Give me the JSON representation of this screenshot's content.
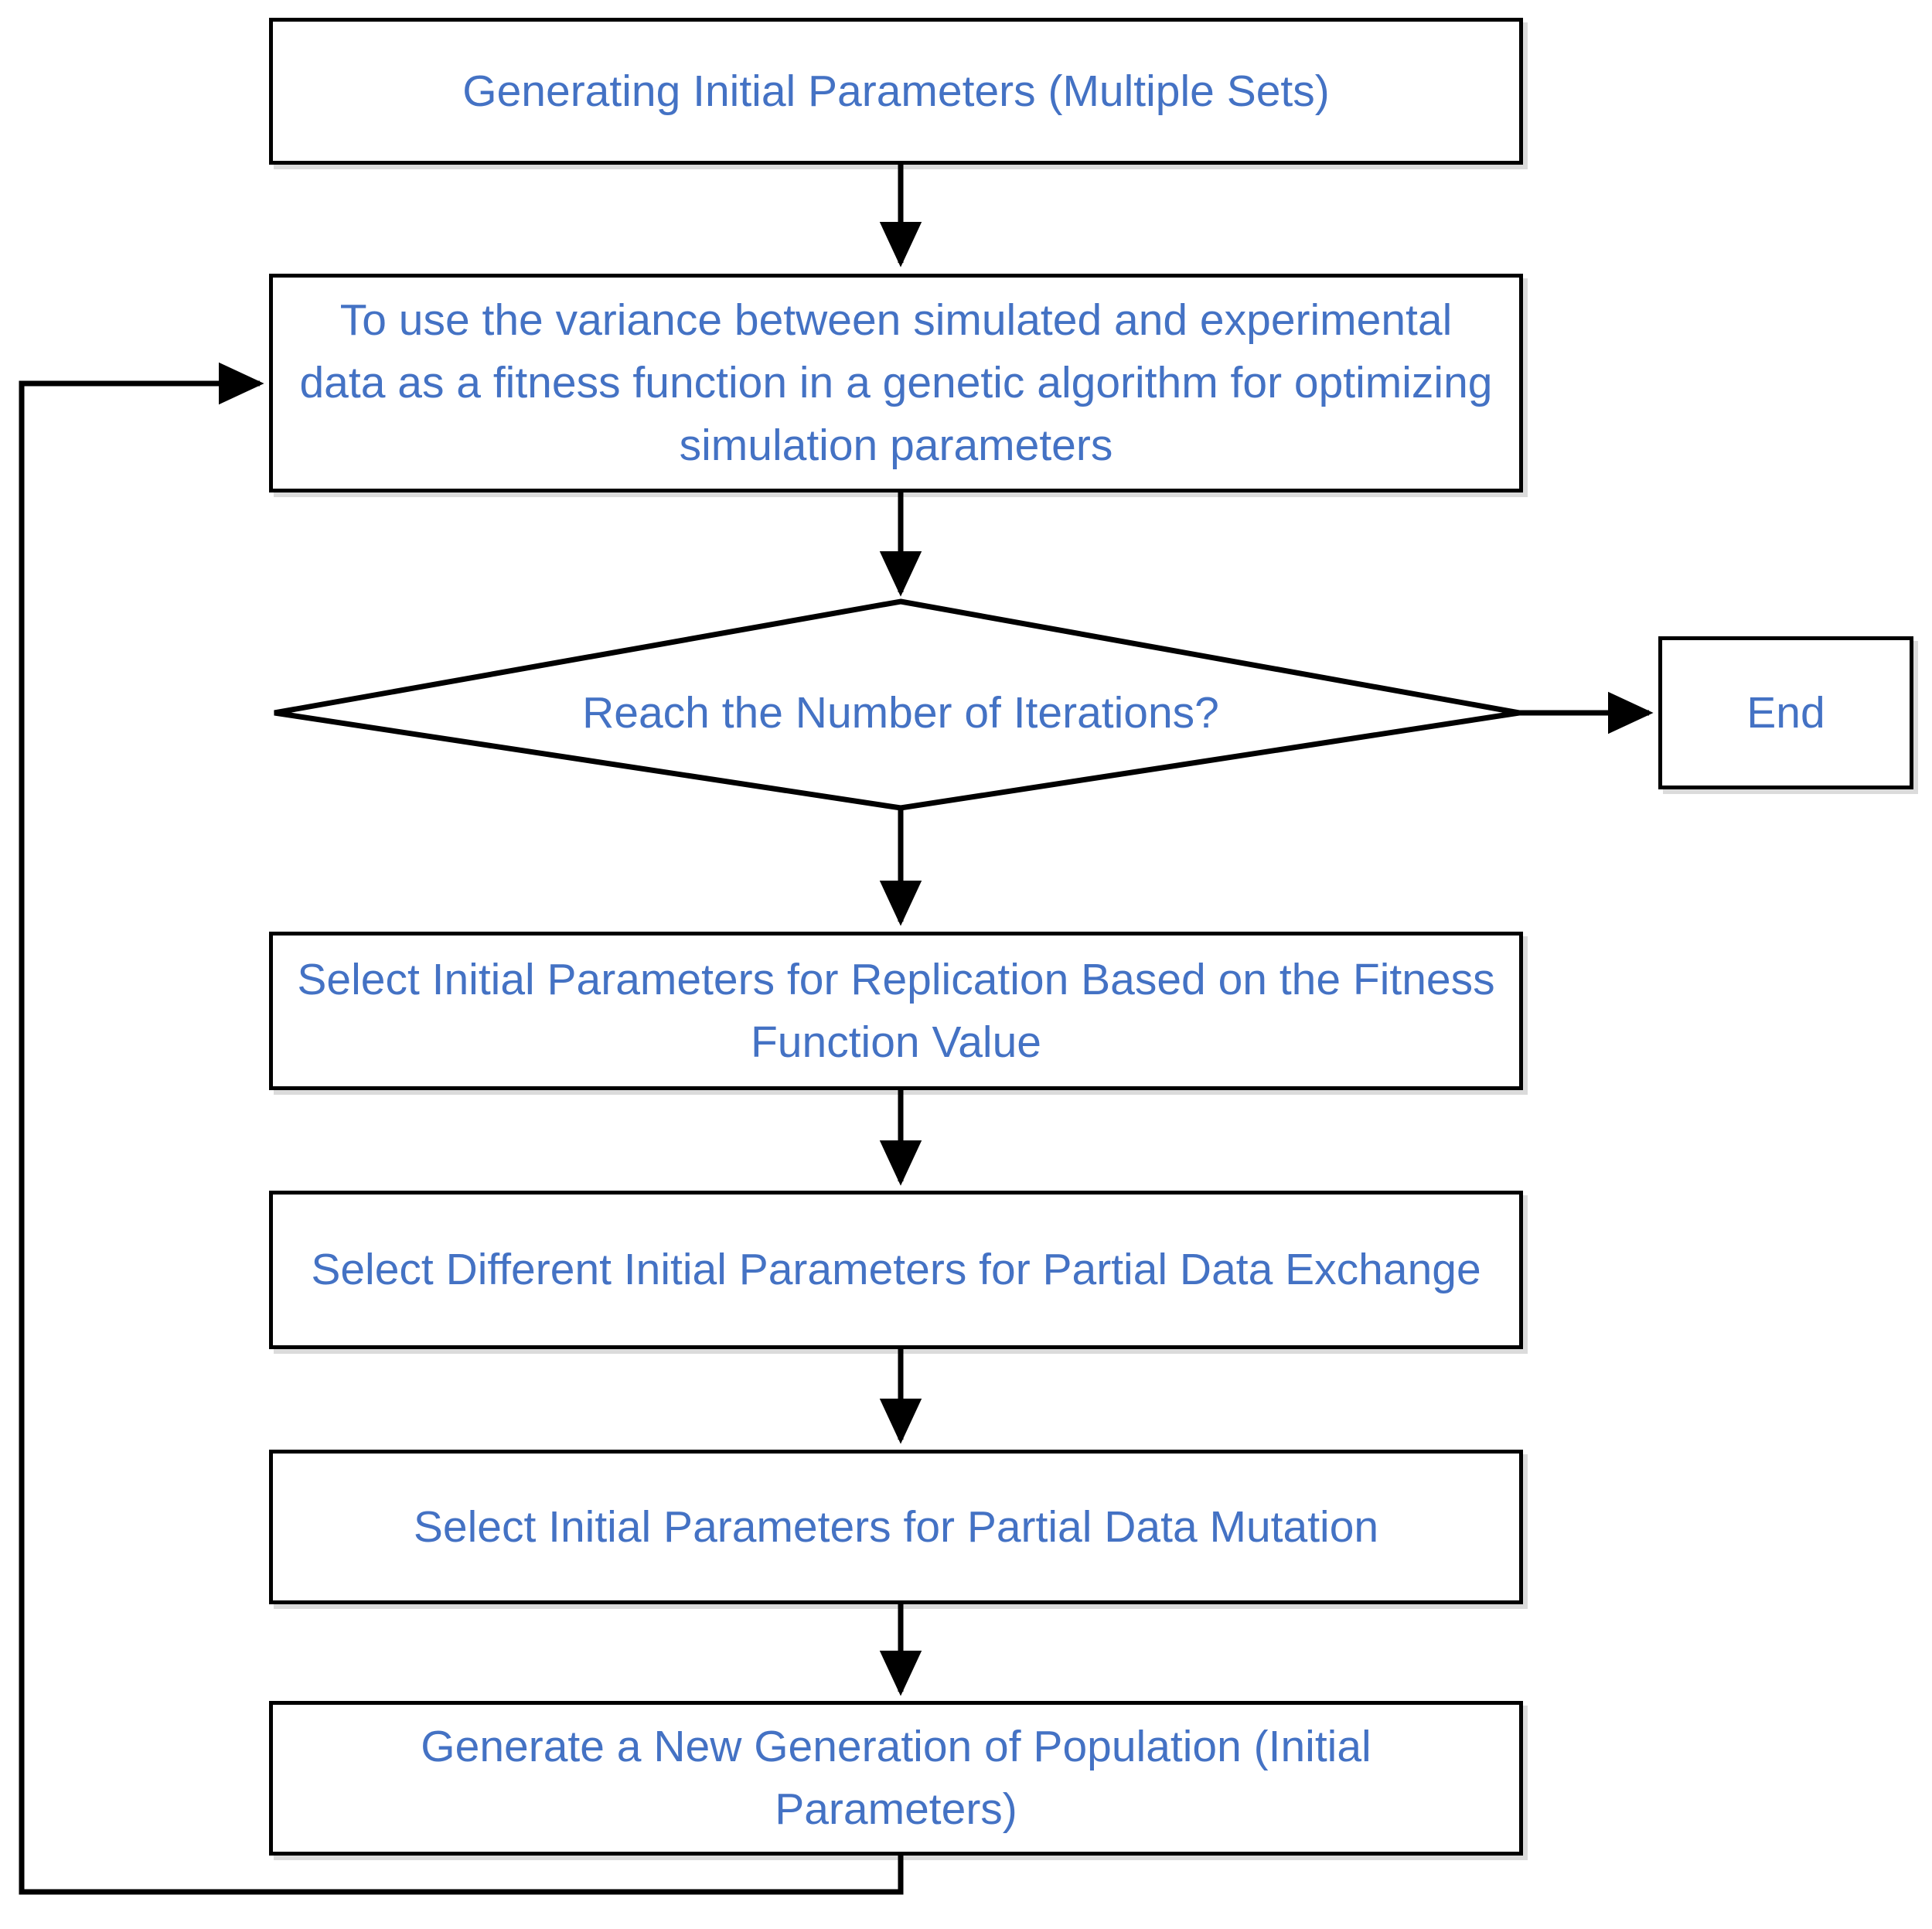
{
  "diagram": {
    "title": "Genetic Algorithm Optimization Flowchart",
    "text_color": "#4472C4",
    "border_color": "#000000",
    "background_color": "#FFFFFF",
    "nodes": [
      {
        "id": "generate-initial-parameters",
        "shape": "process",
        "label": "Generating Initial Parameters (Multiple Sets)"
      },
      {
        "id": "fitness-function",
        "shape": "process",
        "label": "To use the variance between simulated and experimental data as a fitness function in a genetic algorithm for optimizing simulation parameters"
      },
      {
        "id": "iteration-check",
        "shape": "decision",
        "label": "Reach the Number of Iterations?"
      },
      {
        "id": "end",
        "shape": "terminal",
        "label": "End"
      },
      {
        "id": "select-replication",
        "shape": "process",
        "label": "Select Initial Parameters for Replication Based on the Fitness Function Value"
      },
      {
        "id": "select-exchange",
        "shape": "process",
        "label": "Select Different Initial Parameters for Partial Data Exchange"
      },
      {
        "id": "select-mutation",
        "shape": "process",
        "label": "Select Initial Parameters for Partial Data Mutation"
      },
      {
        "id": "new-generation",
        "shape": "process",
        "label": "Generate a New Generation of Population (Initial Parameters)"
      }
    ],
    "edges": [
      {
        "from": "generate-initial-parameters",
        "to": "fitness-function",
        "label": ""
      },
      {
        "from": "fitness-function",
        "to": "iteration-check",
        "label": ""
      },
      {
        "from": "iteration-check",
        "to": "end",
        "label": ""
      },
      {
        "from": "iteration-check",
        "to": "select-replication",
        "label": ""
      },
      {
        "from": "select-replication",
        "to": "select-exchange",
        "label": ""
      },
      {
        "from": "select-exchange",
        "to": "select-mutation",
        "label": ""
      },
      {
        "from": "select-mutation",
        "to": "new-generation",
        "label": ""
      },
      {
        "from": "new-generation",
        "to": "fitness-function",
        "label": ""
      }
    ]
  }
}
